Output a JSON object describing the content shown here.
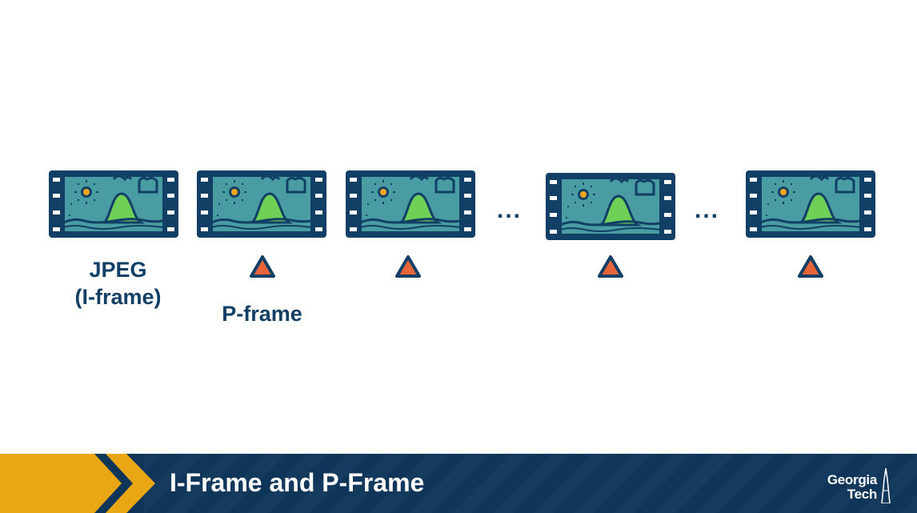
{
  "slide": {
    "title": "I-Frame and P-Frame",
    "frame_icon": "film-frame-icon",
    "delta_icon": "delta-triangle-icon",
    "ellipsis": [
      "...",
      "..."
    ],
    "labels": {
      "iframe_line1": "JPEG",
      "iframe_line2": "(I-frame)",
      "pframe": "P-frame"
    }
  },
  "logo": {
    "line1": "Georgia",
    "line2": "Tech"
  },
  "colors": {
    "navy": "#123f66",
    "teal": "#4a9ca3",
    "green": "#6fd057",
    "sun": "#f5a51b",
    "delta_fill": "#e8653a",
    "footer_bg": "#0f3559",
    "chevron_gold": "#e9a813"
  }
}
